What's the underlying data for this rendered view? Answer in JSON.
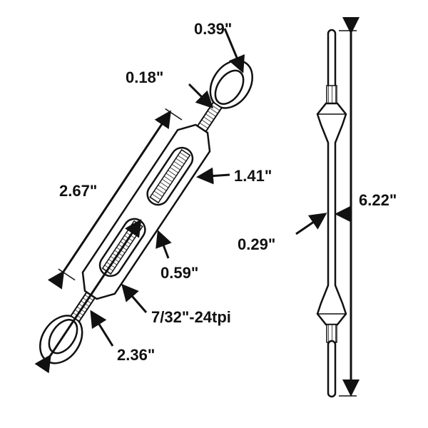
{
  "diagram": {
    "subject": "turnbuckle",
    "labels": {
      "eye_inner": "0.39\"",
      "shank_diameter": "0.18\"",
      "body_length": "2.67\"",
      "slot_length": "1.41\"",
      "body_gap": "0.59\"",
      "thread": "7/32\"-24tpi",
      "eye_to_body": "2.36\"",
      "overall_length": "6.22\"",
      "rod_diameter": "0.29\""
    },
    "colors": {
      "line": "#111111",
      "fill": "#ffffff"
    }
  }
}
